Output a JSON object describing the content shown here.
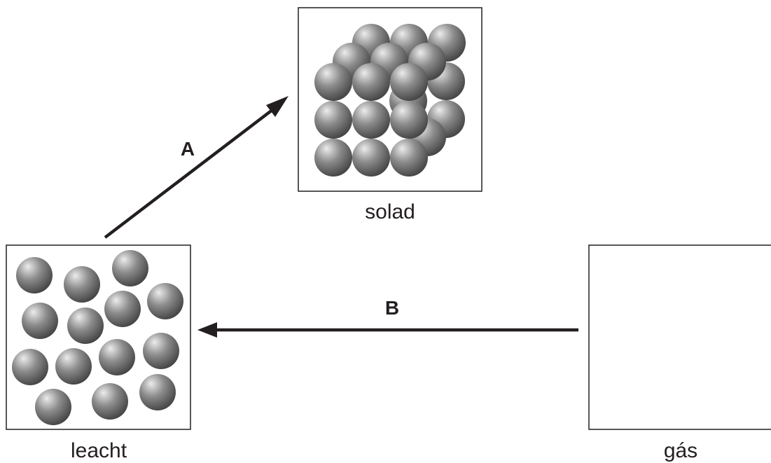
{
  "diagram": {
    "states": {
      "solid_label": "solad",
      "liquid_label": "leacht",
      "gas_label": "gás"
    },
    "arrows": {
      "a_label": "A",
      "b_label": "B"
    },
    "colors": {
      "particle_light": "#e8e8e8",
      "particle_mid": "#8a8a8a",
      "particle_dark": "#3a3a3a",
      "outline": "#231f20"
    }
  }
}
